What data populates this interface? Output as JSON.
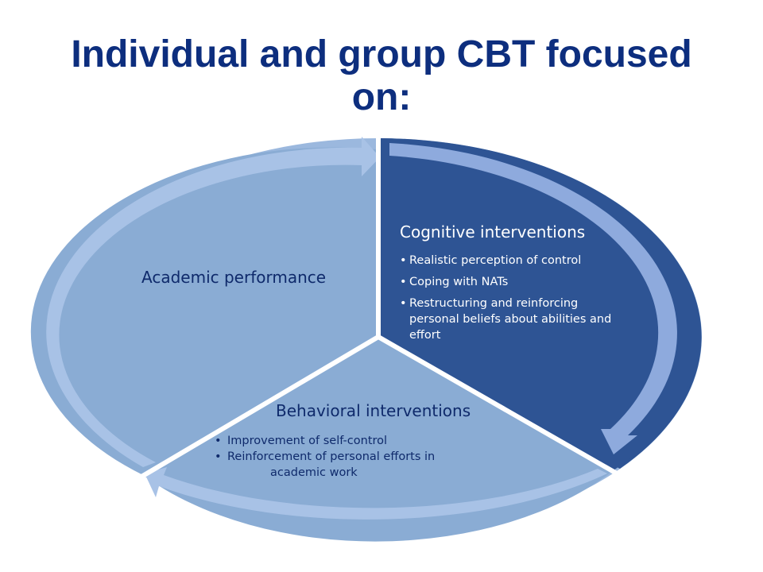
{
  "slide": {
    "title_line1": "Individual and group CBT focused",
    "title_line2": "on:"
  },
  "segments": {
    "cognitive": {
      "heading": "Cognitive interventions",
      "items": [
        "Realistic perception of control",
        "Coping with NATs",
        "Restructuring and reinforcing personal beliefs about abilities and effort"
      ],
      "color": "#2e5494"
    },
    "academic": {
      "heading": "Academic performance",
      "color": "#8aacd4"
    },
    "behavioral": {
      "heading": "Behavioral interventions",
      "items": [
        "Improvement of  self-control",
        "Reinforcement of  personal efforts in",
        "academic work"
      ],
      "color": "#8aacd4"
    }
  },
  "colors": {
    "title": "#0d2e7e",
    "cycle_arrow_light": "#9bb8de",
    "cycle_arrow_dark": "#7fa0d4",
    "divider": "#ffffff"
  }
}
